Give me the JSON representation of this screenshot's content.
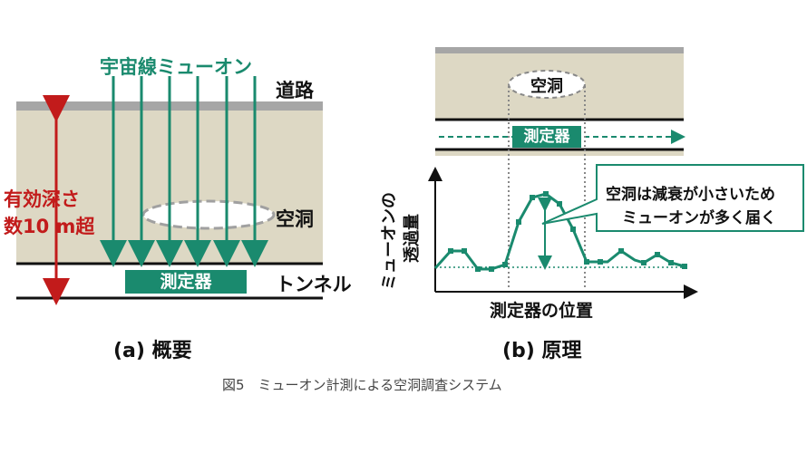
{
  "left_diagram": {
    "muon_label": "宇宙線ミューオン",
    "road_label": "道路",
    "depth_label_line1": "有効深さ",
    "depth_label_line2": "数10 m超",
    "cavity_label": "空洞",
    "tunnel_label": "トンネル",
    "device_label": "測定器",
    "caption": "(a) 概要"
  },
  "right_diagram": {
    "cavity_label": "空洞",
    "device_label": "測定器",
    "y_axis_label_line1": "ミューオンの",
    "y_axis_label_line2": "透過量",
    "x_axis_label": "測定器の位置",
    "callout_line1": "空洞は減衰が小さいため",
    "callout_line2": "ミューオンが多く届く",
    "caption": "(b) 原理"
  },
  "figure_caption": "図5　ミューオン計測による空洞調査システム",
  "colors": {
    "ground": "#ddd8c4",
    "road": "#a6a6a6",
    "teal": "#1a8a6e",
    "red": "#c21b1b",
    "dark": "#111111"
  }
}
